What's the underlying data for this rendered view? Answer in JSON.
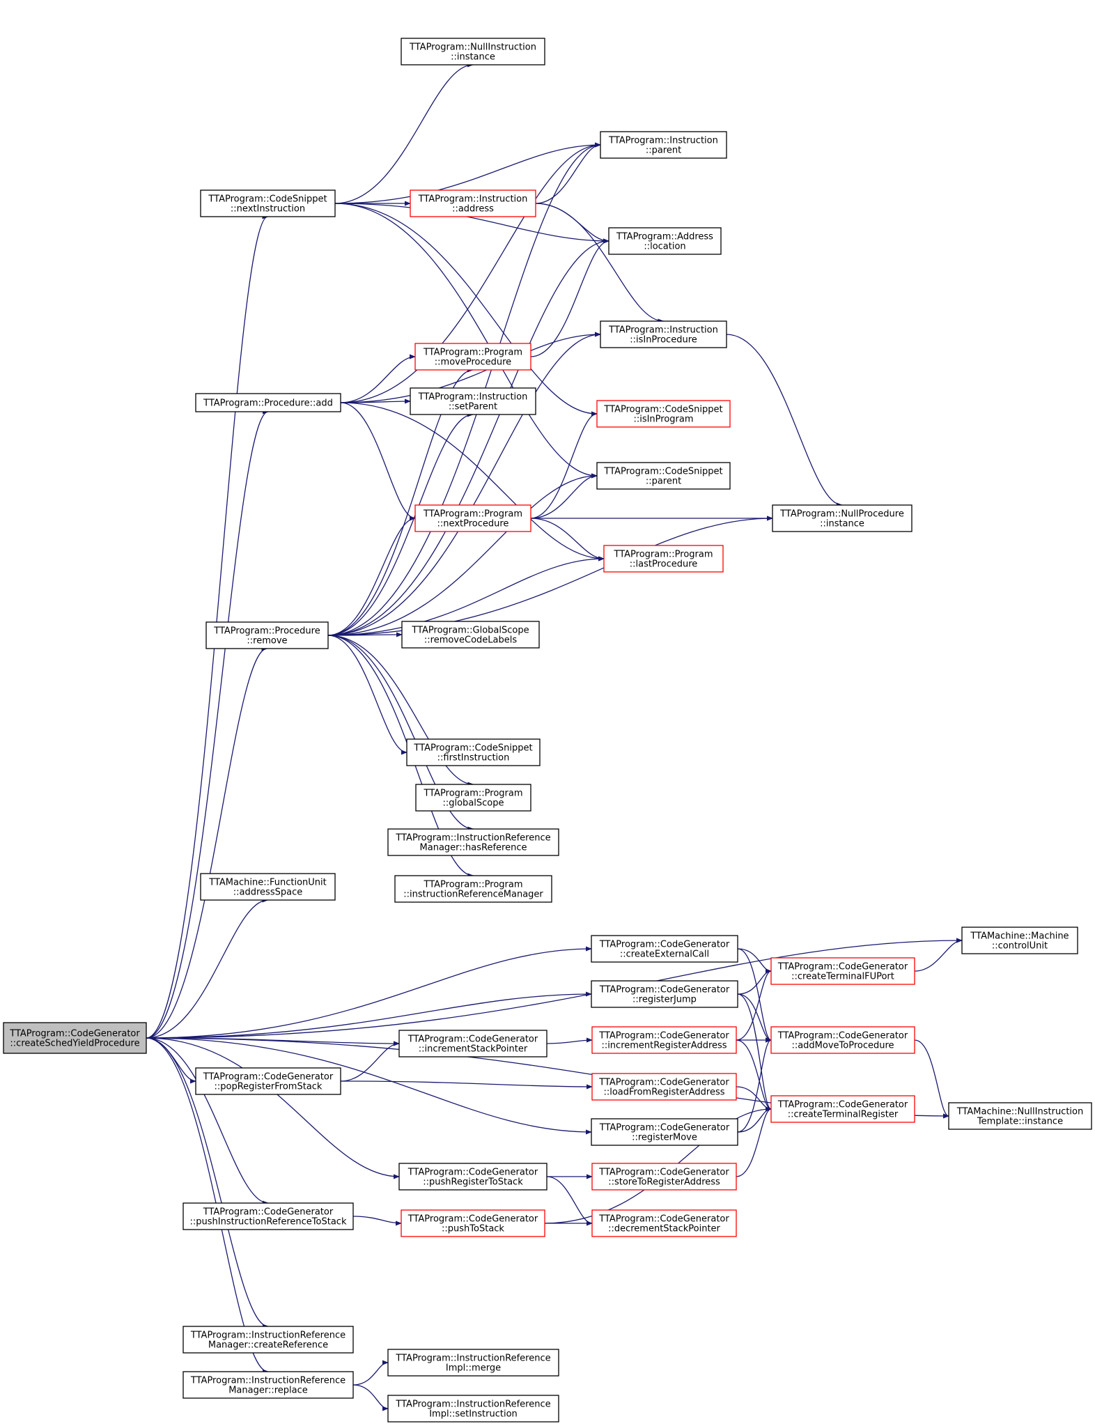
{
  "colors": {
    "edge": "#191970",
    "node_border": "#000000",
    "node_border_truncated": "#ff0000",
    "node_fill": "#ffffff",
    "root_fill": "#bfbfbf",
    "text": "#000000"
  },
  "nodes": {
    "root": {
      "lines": [
        "TTAProgram::CodeGenerator",
        "::createSchedYieldProcedure"
      ],
      "truncated": false,
      "root": true
    },
    "ci_nextInstruction": {
      "lines": [
        "TTAProgram::CodeSnippet",
        "::nextInstruction"
      ],
      "truncated": false
    },
    "proc_add": {
      "lines": [
        "TTAProgram::Procedure::add"
      ],
      "truncated": false
    },
    "proc_remove": {
      "lines": [
        "TTAProgram::Procedure",
        "::remove"
      ],
      "truncated": false
    },
    "fu_addressSpace": {
      "lines": [
        "TTAMachine::FunctionUnit",
        "::addressSpace"
      ],
      "truncated": false
    },
    "null_instr_instance": {
      "lines": [
        "TTAProgram::NullInstruction",
        "::instance"
      ],
      "truncated": false
    },
    "instr_parent": {
      "lines": [
        "TTAProgram::Instruction",
        "::parent"
      ],
      "truncated": false
    },
    "instr_address": {
      "lines": [
        "TTAProgram::Instruction",
        "::address"
      ],
      "truncated": true
    },
    "address_location": {
      "lines": [
        "TTAProgram::Address",
        "::location"
      ],
      "truncated": false
    },
    "instr_isInProcedure": {
      "lines": [
        "TTAProgram::Instruction",
        "::isInProcedure"
      ],
      "truncated": false
    },
    "prog_moveProcedure": {
      "lines": [
        "TTAProgram::Program",
        "::moveProcedure"
      ],
      "truncated": true
    },
    "instr_setParent": {
      "lines": [
        "TTAProgram::Instruction",
        "::setParent"
      ],
      "truncated": false
    },
    "cs_isInProgram": {
      "lines": [
        "TTAProgram::CodeSnippet",
        "::isInProgram"
      ],
      "truncated": true
    },
    "cs_parent": {
      "lines": [
        "TTAProgram::CodeSnippet",
        "::parent"
      ],
      "truncated": false
    },
    "prog_nextProcedure": {
      "lines": [
        "TTAProgram::Program",
        "::nextProcedure"
      ],
      "truncated": true
    },
    "null_proc_instance": {
      "lines": [
        "TTAProgram::NullProcedure",
        "::instance"
      ],
      "truncated": false
    },
    "prog_lastProcedure": {
      "lines": [
        "TTAProgram::Program",
        "::lastProcedure"
      ],
      "truncated": true
    },
    "gs_removeCodeLabels": {
      "lines": [
        "TTAProgram::GlobalScope",
        "::removeCodeLabels"
      ],
      "truncated": false
    },
    "cs_firstInstruction": {
      "lines": [
        "TTAProgram::CodeSnippet",
        "::firstInstruction"
      ],
      "truncated": false
    },
    "prog_globalScope": {
      "lines": [
        "TTAProgram::Program",
        "::globalScope"
      ],
      "truncated": false
    },
    "irm_hasReference": {
      "lines": [
        "TTAProgram::InstructionReference",
        "Manager::hasReference"
      ],
      "truncated": false
    },
    "prog_irm": {
      "lines": [
        "TTAProgram::Program",
        "::instructionReferenceManager"
      ],
      "truncated": false
    },
    "machine_controlUnit": {
      "lines": [
        "TTAMachine::Machine",
        "::controlUnit"
      ],
      "truncated": false
    },
    "cg_createExternalCall": {
      "lines": [
        "TTAProgram::CodeGenerator",
        "::createExternalCall"
      ],
      "truncated": false
    },
    "cg_createTerminalFUPort": {
      "lines": [
        "TTAProgram::CodeGenerator",
        "::createTerminalFUPort"
      ],
      "truncated": true
    },
    "cg_registerJump": {
      "lines": [
        "TTAProgram::CodeGenerator",
        "::registerJump"
      ],
      "truncated": false
    },
    "cg_incrementStackPointer": {
      "lines": [
        "TTAProgram::CodeGenerator",
        "::incrementStackPointer"
      ],
      "truncated": false
    },
    "cg_incrementRegisterAddress": {
      "lines": [
        "TTAProgram::CodeGenerator",
        "::incrementRegisterAddress"
      ],
      "truncated": true
    },
    "cg_addMoveToProcedure": {
      "lines": [
        "TTAProgram::CodeGenerator",
        "::addMoveToProcedure"
      ],
      "truncated": true
    },
    "cg_popRegisterFromStack": {
      "lines": [
        "TTAProgram::CodeGenerator",
        "::popRegisterFromStack"
      ],
      "truncated": false
    },
    "cg_loadFromRegisterAddress": {
      "lines": [
        "TTAProgram::CodeGenerator",
        "::loadFromRegisterAddress"
      ],
      "truncated": true
    },
    "cg_createTerminalRegister": {
      "lines": [
        "TTAProgram::CodeGenerator",
        "::createTerminalRegister"
      ],
      "truncated": true
    },
    "null_template_instance": {
      "lines": [
        "TTAMachine::NullInstruction",
        "Template::instance"
      ],
      "truncated": false
    },
    "cg_registerMove": {
      "lines": [
        "TTAProgram::CodeGenerator",
        "::registerMove"
      ],
      "truncated": false
    },
    "cg_pushRegisterToStack": {
      "lines": [
        "TTAProgram::CodeGenerator",
        "::pushRegisterToStack"
      ],
      "truncated": false
    },
    "cg_storeToRegisterAddress": {
      "lines": [
        "TTAProgram::CodeGenerator",
        "::storeToRegisterAddress"
      ],
      "truncated": true
    },
    "cg_pushInstructionReferenceToStack": {
      "lines": [
        "TTAProgram::CodeGenerator",
        "::pushInstructionReferenceToStack"
      ],
      "truncated": false
    },
    "cg_pushToStack": {
      "lines": [
        "TTAProgram::CodeGenerator",
        "::pushToStack"
      ],
      "truncated": true
    },
    "cg_decrementStackPointer": {
      "lines": [
        "TTAProgram::CodeGenerator",
        "::decrementStackPointer"
      ],
      "truncated": true
    },
    "irm_createReference": {
      "lines": [
        "TTAProgram::InstructionReference",
        "Manager::createReference"
      ],
      "truncated": false
    },
    "irm_replace": {
      "lines": [
        "TTAProgram::InstructionReference",
        "Manager::replace"
      ],
      "truncated": false
    },
    "iri_merge": {
      "lines": [
        "TTAProgram::InstructionReference",
        "Impl::merge"
      ],
      "truncated": false
    },
    "iri_setInstruction": {
      "lines": [
        "TTAProgram::InstructionReference",
        "Impl::setInstruction"
      ],
      "truncated": false
    }
  },
  "edges": [
    [
      "root",
      "ci_nextInstruction"
    ],
    [
      "root",
      "proc_add"
    ],
    [
      "root",
      "proc_remove"
    ],
    [
      "root",
      "fu_addressSpace"
    ],
    [
      "root",
      "machine_controlUnit"
    ],
    [
      "root",
      "cg_createExternalCall"
    ],
    [
      "root",
      "cg_registerJump"
    ],
    [
      "root",
      "cg_incrementStackPointer"
    ],
    [
      "root",
      "cg_popRegisterFromStack"
    ],
    [
      "root",
      "cg_registerMove"
    ],
    [
      "root",
      "cg_pushRegisterToStack"
    ],
    [
      "root",
      "cg_pushInstructionReferenceToStack"
    ],
    [
      "root",
      "null_template_instance"
    ],
    [
      "root",
      "irm_createReference"
    ],
    [
      "root",
      "irm_replace"
    ],
    [
      "ci_nextInstruction",
      "null_instr_instance"
    ],
    [
      "ci_nextInstruction",
      "instr_parent"
    ],
    [
      "ci_nextInstruction",
      "instr_address"
    ],
    [
      "ci_nextInstruction",
      "address_location"
    ],
    [
      "ci_nextInstruction",
      "cs_isInProgram"
    ],
    [
      "ci_nextInstruction",
      "cs_parent"
    ],
    [
      "instr_address",
      "instr_parent"
    ],
    [
      "instr_address",
      "address_location"
    ],
    [
      "instr_address",
      "instr_isInProcedure"
    ],
    [
      "instr_isInProcedure",
      "null_proc_instance"
    ],
    [
      "proc_add",
      "instr_parent"
    ],
    [
      "proc_add",
      "instr_isInProcedure"
    ],
    [
      "proc_add",
      "prog_moveProcedure"
    ],
    [
      "proc_add",
      "instr_setParent"
    ],
    [
      "proc_add",
      "prog_nextProcedure"
    ],
    [
      "proc_add",
      "prog_lastProcedure"
    ],
    [
      "prog_moveProcedure",
      "address_location"
    ],
    [
      "prog_nextProcedure",
      "cs_isInProgram"
    ],
    [
      "prog_nextProcedure",
      "cs_parent"
    ],
    [
      "prog_nextProcedure",
      "null_proc_instance"
    ],
    [
      "prog_nextProcedure",
      "prog_lastProcedure"
    ],
    [
      "proc_remove",
      "instr_parent"
    ],
    [
      "proc_remove",
      "address_location"
    ],
    [
      "proc_remove",
      "instr_isInProcedure"
    ],
    [
      "proc_remove",
      "prog_moveProcedure"
    ],
    [
      "proc_remove",
      "instr_setParent"
    ],
    [
      "proc_remove",
      "cs_parent"
    ],
    [
      "proc_remove",
      "prog_nextProcedure"
    ],
    [
      "proc_remove",
      "null_proc_instance"
    ],
    [
      "proc_remove",
      "prog_lastProcedure"
    ],
    [
      "proc_remove",
      "gs_removeCodeLabels"
    ],
    [
      "proc_remove",
      "cs_firstInstruction"
    ],
    [
      "proc_remove",
      "prog_globalScope"
    ],
    [
      "proc_remove",
      "irm_hasReference"
    ],
    [
      "proc_remove",
      "prog_irm"
    ],
    [
      "cg_createExternalCall",
      "cg_createTerminalFUPort"
    ],
    [
      "cg_createExternalCall",
      "cg_addMoveToProcedure"
    ],
    [
      "cg_createTerminalFUPort",
      "machine_controlUnit"
    ],
    [
      "cg_registerJump",
      "cg_createTerminalFUPort"
    ],
    [
      "cg_registerJump",
      "cg_addMoveToProcedure"
    ],
    [
      "cg_registerJump",
      "cg_createTerminalRegister"
    ],
    [
      "cg_incrementStackPointer",
      "cg_incrementRegisterAddress"
    ],
    [
      "cg_incrementRegisterAddress",
      "cg_createTerminalFUPort"
    ],
    [
      "cg_incrementRegisterAddress",
      "cg_addMoveToProcedure"
    ],
    [
      "cg_incrementRegisterAddress",
      "cg_createTerminalRegister"
    ],
    [
      "cg_addMoveToProcedure",
      "null_template_instance"
    ],
    [
      "cg_popRegisterFromStack",
      "cg_incrementStackPointer"
    ],
    [
      "cg_popRegisterFromStack",
      "cg_loadFromRegisterAddress"
    ],
    [
      "cg_loadFromRegisterAddress",
      "cg_createTerminalRegister"
    ],
    [
      "cg_registerMove",
      "cg_addMoveToProcedure"
    ],
    [
      "cg_registerMove",
      "cg_createTerminalRegister"
    ],
    [
      "cg_pushRegisterToStack",
      "cg_storeToRegisterAddress"
    ],
    [
      "cg_pushRegisterToStack",
      "cg_decrementStackPointer"
    ],
    [
      "cg_storeToRegisterAddress",
      "cg_createTerminalRegister"
    ],
    [
      "cg_pushInstructionReferenceToStack",
      "cg_pushToStack"
    ],
    [
      "cg_pushToStack",
      "cg_decrementStackPointer"
    ],
    [
      "cg_pushToStack",
      "cg_createTerminalRegister"
    ],
    [
      "irm_replace",
      "iri_merge"
    ],
    [
      "irm_replace",
      "iri_setInstruction"
    ]
  ]
}
